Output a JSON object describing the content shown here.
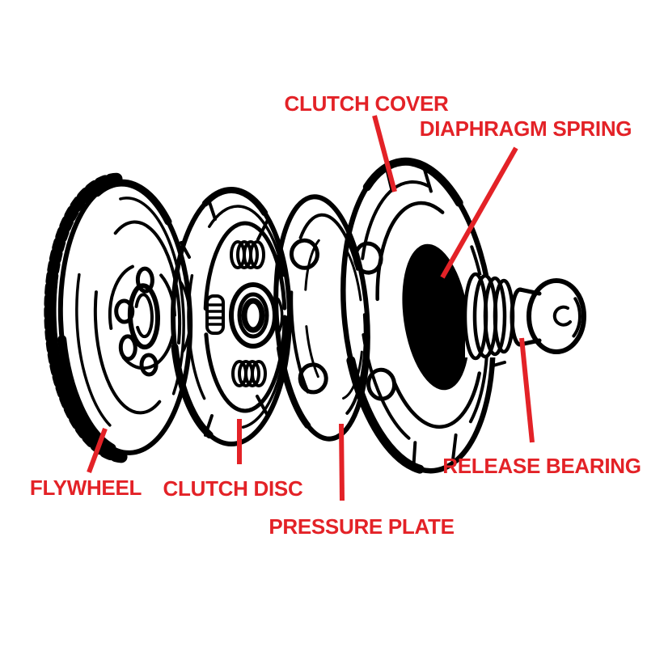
{
  "diagram": {
    "accent_color": "#e32227",
    "ink_color": "#000000",
    "background": "#ffffff",
    "labels": [
      {
        "id": "clutch-cover",
        "text": "CLUTCH COVER"
      },
      {
        "id": "diaphragm-spring",
        "text": "DIAPHRAGM SPRING"
      },
      {
        "id": "flywheel",
        "text": "FLYWHEEL"
      },
      {
        "id": "clutch-disc",
        "text": "CLUTCH DISC"
      },
      {
        "id": "pressure-plate",
        "text": "PRESSURE PLATE"
      },
      {
        "id": "release-bearing",
        "text": "RELEASE BEARING"
      }
    ]
  }
}
